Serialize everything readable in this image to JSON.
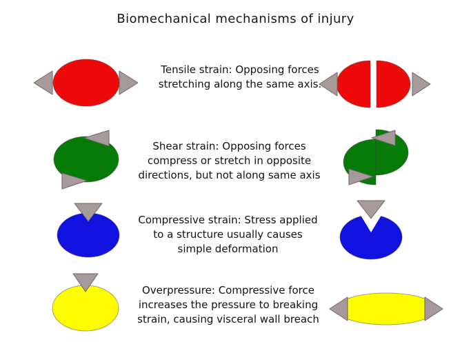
{
  "title": "Biomechanical mechanisms of injury",
  "colors": {
    "red": "#ee0a0a",
    "green": "#077b07",
    "blue": "#1212e0",
    "yellow": "#fdfd00",
    "arrow": "#a79a9a",
    "arrow_edge": "#6f6464",
    "background": "#ffffff",
    "text": "#121212"
  },
  "rows": [
    {
      "id": "tensile",
      "lines": [
        "Tensile strain: Opposing forces",
        "stretching along the same axis."
      ]
    },
    {
      "id": "shear",
      "lines": [
        "Shear strain: Opposing forces",
        "compress or stretch in opposite",
        "directions, but not along same axis"
      ]
    },
    {
      "id": "compressive",
      "lines": [
        "Compressive strain: Stress applied",
        "to a structure usually causes",
        "simple deformation"
      ]
    },
    {
      "id": "overpressure",
      "lines": [
        "Overpressure: Compressive force",
        "increases the pressure to breaking",
        "strain, causing visceral wall breach"
      ]
    }
  ]
}
